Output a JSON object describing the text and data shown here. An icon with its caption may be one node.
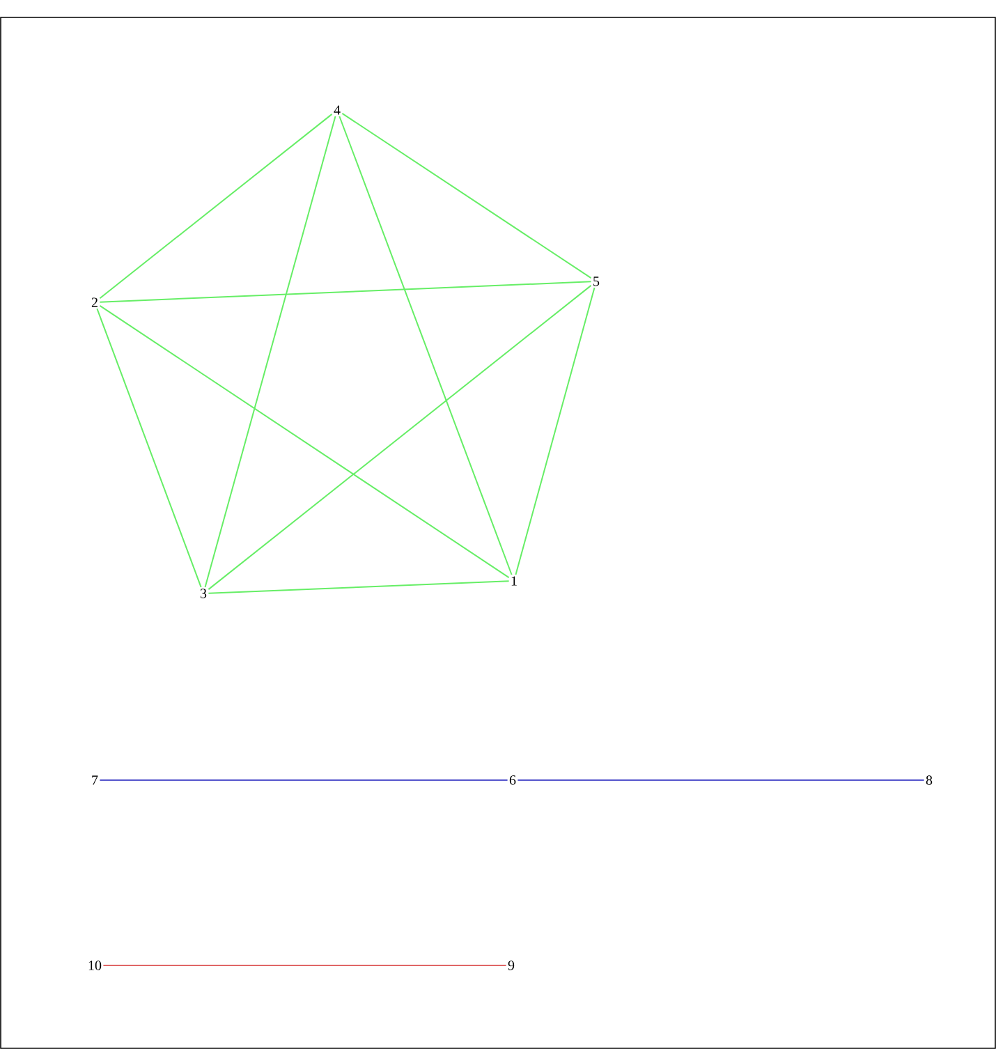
{
  "diagram": {
    "nodes": [
      {
        "text": [
          "4"
        ]
      },
      {
        "text": [
          "5"
        ]
      },
      {
        "text": [
          "2"
        ]
      },
      {
        "text": [
          "1"
        ]
      },
      {
        "text": [
          "3"
        ]
      },
      {
        "text": [
          "7"
        ]
      },
      {
        "text": [
          "6"
        ]
      },
      {
        "text": [
          "8"
        ]
      },
      {
        "text": [
          "10"
        ]
      },
      {
        "text": [
          "9"
        ]
      }
    ],
    "edges": [
      {
        "from": 0,
        "to": 1,
        "arrow": "none"
      },
      {
        "from": 0,
        "to": 2,
        "arrow": "none"
      },
      {
        "from": 0,
        "to": 3,
        "arrow": "none"
      },
      {
        "from": 0,
        "to": 4,
        "arrow": "none"
      },
      {
        "from": 1,
        "to": 2,
        "arrow": "none"
      },
      {
        "from": 1,
        "to": 3,
        "arrow": "none"
      },
      {
        "from": 1,
        "to": 4,
        "arrow": "none"
      },
      {
        "from": 2,
        "to": 3,
        "arrow": "none"
      },
      {
        "from": 2,
        "to": 4,
        "arrow": "none"
      },
      {
        "from": 3,
        "to": 4,
        "arrow": "none"
      },
      {
        "from": 6,
        "to": 5,
        "arrow": "none",
        "color": "#5555cc"
      },
      {
        "from": 6,
        "to": 7,
        "arrow": "none",
        "color": "#5555cc"
      },
      {
        "from": 9,
        "to": 8,
        "arrow": "none",
        "color": "#e06666"
      }
    ]
  }
}
